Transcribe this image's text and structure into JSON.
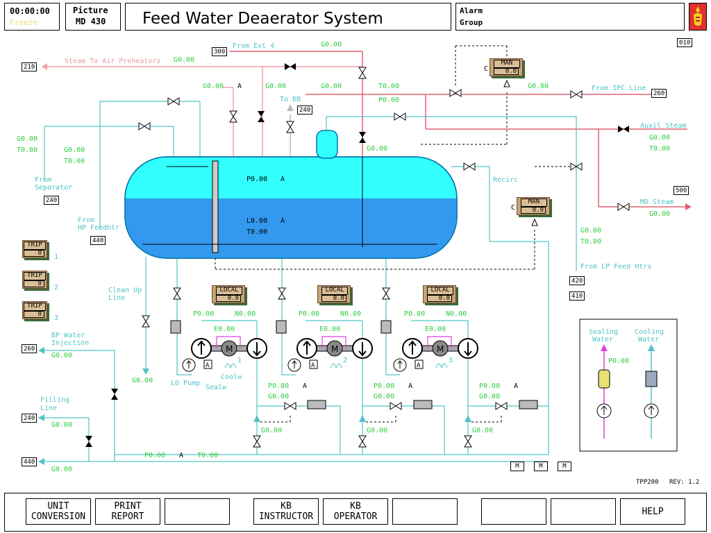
{
  "header": {
    "clock": "00:00:00",
    "freeze": "Freeze",
    "picture_label": "Picture",
    "picture_id": "MD 430",
    "title": "Feed Water Deaerator System",
    "alarm_line1": "Alarm",
    "alarm_line2": "Group",
    "ref_010": "010"
  },
  "tags": {
    "t300": "300",
    "t210": "210",
    "t240a": "240",
    "t260a": "260",
    "t240b": "240",
    "t500": "500",
    "t440a": "440",
    "t420": "420",
    "t410": "410",
    "t260b": "260",
    "t240c": "240",
    "t440b": "440"
  },
  "labels": {
    "from_ext4": "From Ext 4",
    "steam_air_preheaters": "Steam To Air Preheaters",
    "to_bb": "To BB",
    "from_ipc_line": "From IPC Line",
    "auxil_steam": "Auxil Steam",
    "md_steam": "MD Steam",
    "recirc": "Recirc",
    "from_separator_1": "From",
    "from_separator_2": "Separator",
    "from_hp_1": "From",
    "from_hp_2": "HP Feedhtr",
    "from_lp": "From LP Feed Htrs",
    "clean_up_1": "Clean Up",
    "clean_up_2": "Line",
    "bp_water_1": "BP Water",
    "bp_water_2": "Injection",
    "filling_1": "Filling",
    "filling_2": "Line",
    "lo_pump": "LO Pump",
    "sealw": "Sealw",
    "coolw": "Coolw",
    "sealing_water_1": "Sealing",
    "sealing_water_2": "Water",
    "cooling_water_1": "Cooling",
    "cooling_water_2": "Water",
    "tpp": "TPP200",
    "rev": "REV: 1.2",
    "A": "A",
    "C": "C",
    "M": "M"
  },
  "values": {
    "g_ext4": "G0.00",
    "g_preheat": "G0.00",
    "g_valve1": "G0.00",
    "g_valve2": "G0.00",
    "g_mid": "G0.00",
    "t_mid": "T0.00",
    "p_mid": "P0.00",
    "g_ipc": "G0.00",
    "g_below_valve": "G0.00",
    "g_sep1": "G0.00",
    "t_sep1": "T0.00",
    "g_sep2": "G0.00",
    "t_sep2": "T0.00",
    "tank_p": "P0.00",
    "tank_l": "L0.00",
    "tank_t": "T0.00",
    "g_aux": "G0.00",
    "t_aux": "T0.00",
    "g_md": "G0.00",
    "g_lp": "G0.00",
    "t_lp": "T0.00",
    "g_clean": "G0.00",
    "g_bp": "G0.00",
    "g_fill": "G0.00",
    "g_bottom": "G0.00",
    "p_bottom": "P0.00",
    "t_bottom": "T0.00",
    "p_seal": "P0.00",
    "pumps": [
      {
        "p": "P0.00",
        "n": "N0.00",
        "e": "E0.00",
        "num": "1",
        "p2": "P0.00",
        "g2": "G0.00",
        "g3": "G0.00"
      },
      {
        "p": "P0.00",
        "n": "N0.00",
        "e": "E0.00",
        "num": "2",
        "p2": "P0.00",
        "g2": "G0.00",
        "g3": "G0.00"
      },
      {
        "p": "P0.00",
        "n": "N0.00",
        "e": "E0.00",
        "num": "3",
        "p2": "P0.00",
        "g2": "G0.00",
        "g3": "G0.00"
      }
    ]
  },
  "controllers": {
    "man1": {
      "mode": "MAN",
      "value": "0.0"
    },
    "man2": {
      "mode": "MAN",
      "value": "0.0"
    },
    "local1": {
      "mode": "LOCAL",
      "value": "0.0"
    },
    "local2": {
      "mode": "LOCAL",
      "value": "0.0"
    },
    "local3": {
      "mode": "LOCAL",
      "value": "0.0"
    }
  },
  "trips": [
    {
      "label": "TRIP",
      "value": "0",
      "num": "1"
    },
    {
      "label": "TRIP",
      "value": "0",
      "num": "2"
    },
    {
      "label": "TRIP",
      "value": "0",
      "num": "3"
    }
  ],
  "footer": {
    "b1a": "UNIT",
    "b1b": "CONVERSION",
    "b2a": "PRINT",
    "b2b": "REPORT",
    "b4a": "KB",
    "b4b": "INSTRUCTOR",
    "b5a": "KB",
    "b5b": "OPERATOR",
    "help": "HELP"
  },
  "colors": {
    "steam": "#e06070",
    "water": "#4fc3c7",
    "tank_top": "#33ffff",
    "tank_bottom": "#3399ee",
    "green": "#2ecc40"
  }
}
